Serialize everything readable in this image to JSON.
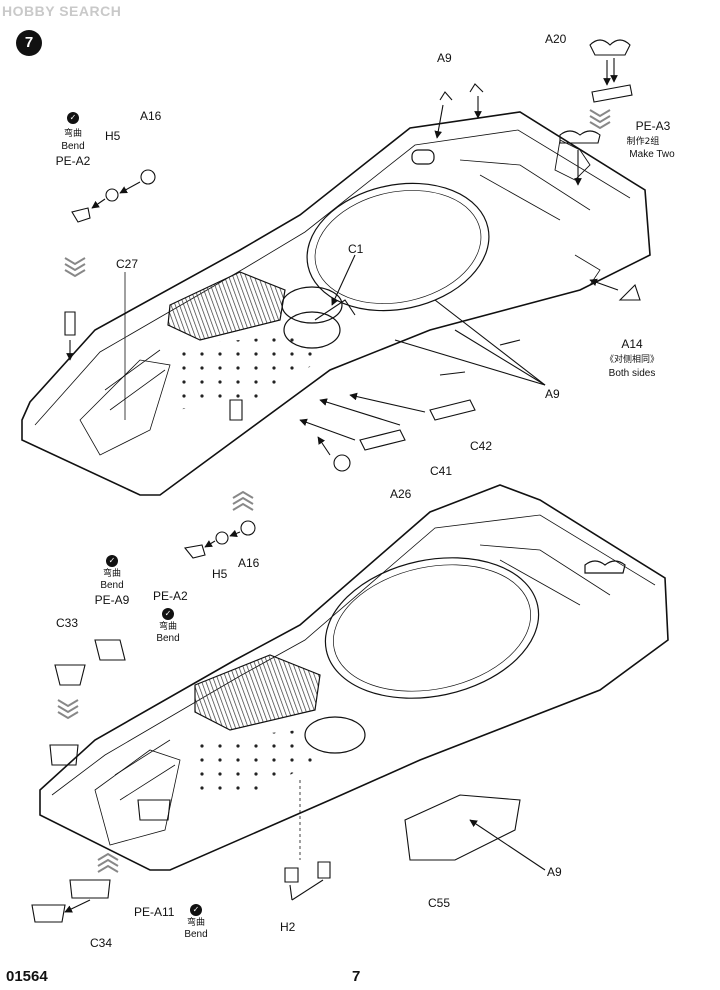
{
  "watermark": "HOBBY SEARCH",
  "step_number": "7",
  "footer": {
    "code": "01564",
    "page": "7"
  },
  "icons": {
    "step": "step-number-badge",
    "bend": "bend-icon"
  },
  "top_assembly": {
    "labels": {
      "a20": "A20",
      "pea3": "PE-A3",
      "pea3_cn": "制作2组",
      "pea3_en": "Make Two",
      "a9_top": "A9",
      "a16": "A16",
      "h5": "H5",
      "bend_cn": "弯曲",
      "bend_en": "Bend",
      "pea2": "PE-A2",
      "c27": "C27",
      "c1": "C1",
      "a14": "A14",
      "a14_cn": "《对侧相同》",
      "a14_en": "Both sides",
      "a9_right": "A9",
      "c42": "C42",
      "c41": "C41",
      "a26": "A26"
    }
  },
  "bottom_assembly": {
    "labels": {
      "bend_cn_1": "弯曲",
      "bend_en_1": "Bend",
      "pea9": "PE-A9",
      "pea2": "PE-A2",
      "h5": "H5",
      "a16": "A16",
      "bend_cn_2": "弯曲",
      "bend_en_2": "Bend",
      "c33": "C33",
      "a9": "A9",
      "c55": "C55",
      "h2": "H2",
      "pea11": "PE-A11",
      "bend_cn_3": "弯曲",
      "bend_en_3": "Bend",
      "c34": "C34"
    }
  }
}
